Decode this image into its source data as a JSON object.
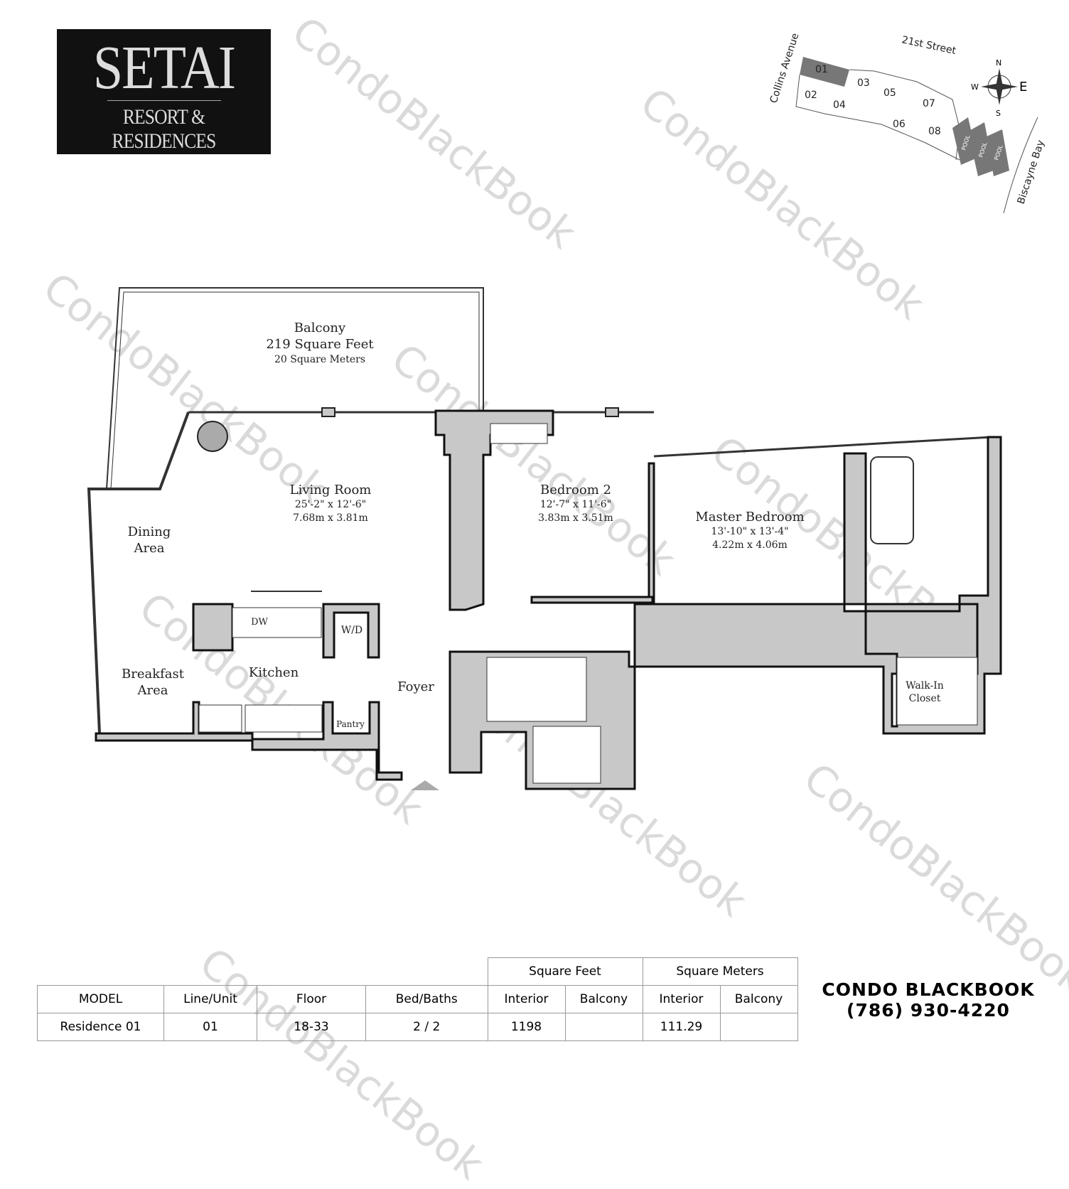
{
  "logo": {
    "name": "SETAI",
    "subtitle": "RESORT & RESIDENCES"
  },
  "site_map": {
    "streets": [
      "21st Street",
      "Collins Avenue",
      "Biscayne Bay"
    ],
    "units": [
      "01",
      "02",
      "03",
      "04",
      "05",
      "06",
      "07",
      "08"
    ],
    "highlighted_unit": "01",
    "pools": [
      "POOL",
      "POOL",
      "POOL"
    ],
    "compass": {
      "n": "N",
      "s": "S",
      "e": "E",
      "w": "W"
    }
  },
  "rooms": {
    "balcony": {
      "name": "Balcony",
      "sqft": "219 Square Feet",
      "sqm": "20 Square Meters"
    },
    "living": {
      "name": "Living Room",
      "dim_ft": "25'-2\" x 12'-6\"",
      "dim_m": "7.68m x 3.81m"
    },
    "bedroom2": {
      "name": "Bedroom 2",
      "dim_ft": "12'-7\" x 11'-6\"",
      "dim_m": "3.83m x 3.51m"
    },
    "master": {
      "name": "Master Bedroom",
      "dim_ft": "13'-10\" x 13'-4\"",
      "dim_m": "4.22m x 4.06m"
    },
    "dining": {
      "line1": "Dining",
      "line2": "Area"
    },
    "breakfast": {
      "line1": "Breakfast",
      "line2": "Area"
    },
    "kitchen": "Kitchen",
    "foyer": "Foyer",
    "pantry": "Pantry",
    "dw": "DW",
    "wd": "W/D",
    "closet": {
      "line1": "Walk-In",
      "line2": "Closet"
    }
  },
  "table": {
    "group_headers": [
      "Square Feet",
      "Square Meters"
    ],
    "headers": [
      "MODEL",
      "Line/Unit",
      "Floor",
      "Bed/Baths",
      "Interior",
      "Balcony",
      "Interior",
      "Balcony"
    ],
    "row": [
      "Residence 01",
      "01",
      "18-33",
      "2 / 2",
      "1198",
      "",
      "111.29",
      ""
    ]
  },
  "brand": {
    "name": "CONDO BLACKBOOK",
    "phone": "(786) 930-4220"
  },
  "watermark": "CondoBlackBook",
  "colors": {
    "wall": "#c8c8c8",
    "highlight": "#777777",
    "logo_bg": "#111111"
  }
}
